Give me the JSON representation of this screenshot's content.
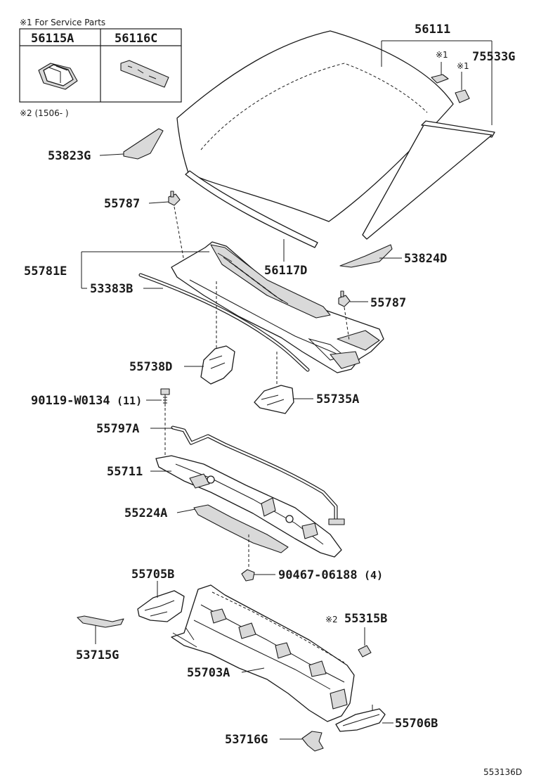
{
  "notes": {
    "service_parts": "※1 For Service Parts",
    "note2": "※2 (1506-    )",
    "mark1a": "※1",
    "mark1b": "※1",
    "mark2": "※2"
  },
  "table": {
    "col1": "56115A",
    "col2": "56116C"
  },
  "labels": {
    "p56111": "56111",
    "p75533G": "75533G",
    "p53823G": "53823G",
    "p55787a": "55787",
    "p55781E": "55781E",
    "p53383B": "53383B",
    "p56117D": "56117D",
    "p53824D": "53824D",
    "p55787b": "55787",
    "p55738D": "55738D",
    "p90119": "90119-W0134",
    "p90119q": "(11)",
    "p55735A": "55735A",
    "p55797A": "55797A",
    "p55711": "55711",
    "p55224A": "55224A",
    "p90467": "90467-06188",
    "p90467q": "(4)",
    "p55705B": "55705B",
    "p55315B": "55315B",
    "p53715G": "53715G",
    "p55703A": "55703A",
    "p55706B": "55706B",
    "p53716G": "53716G"
  },
  "footer": {
    "code": "553136D"
  }
}
